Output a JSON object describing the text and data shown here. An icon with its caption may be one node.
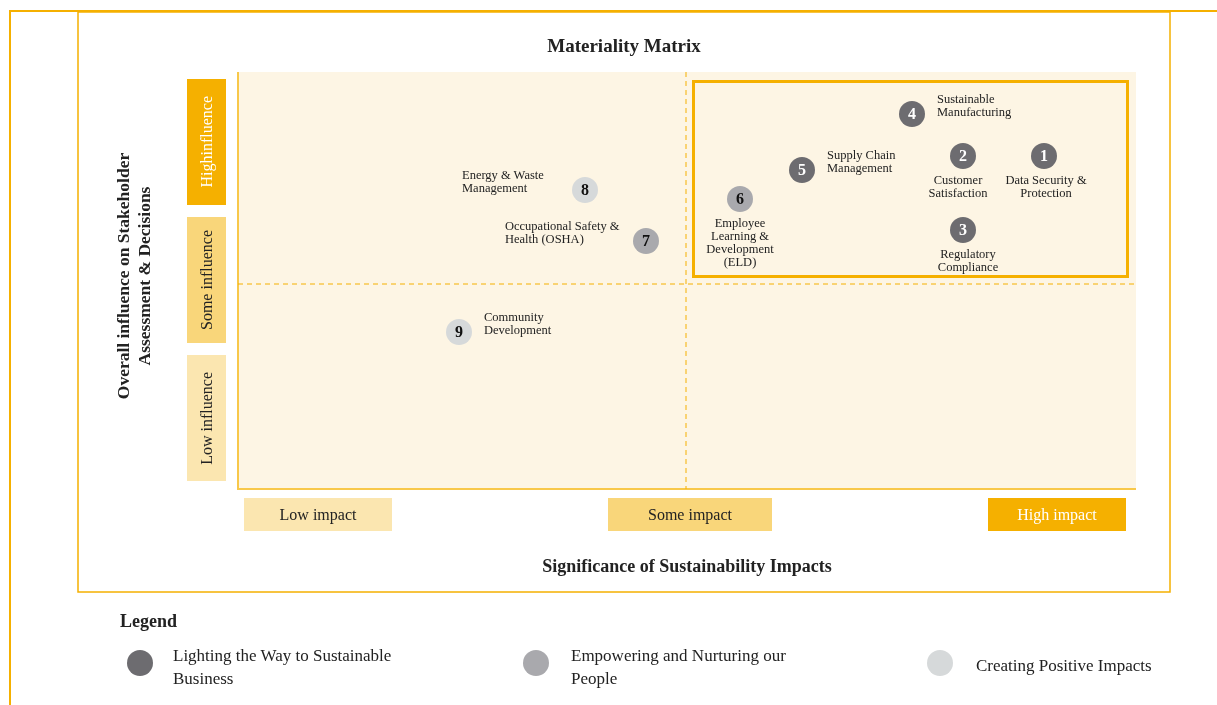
{
  "diagram": {
    "title": "Materiality Matrix",
    "nodes": [
      {
        "text": [
          "Highinfluence"
        ]
      },
      {
        "text": [
          "Some influence"
        ]
      },
      {
        "text": [
          "Low influence"
        ]
      },
      {
        "text": [],
        "shape": "box"
      },
      {
        "text": [
          "4"
        ],
        "beside": [
          "Sustainable Manufacturing"
        ],
        "in": 3
      },
      {
        "text": [
          "5"
        ],
        "beside": [
          "Supply Chain Management"
        ],
        "in": 3
      },
      {
        "text": [
          "2"
        ],
        "beside": [
          "Customer Satisfaction"
        ],
        "in": 3
      },
      {
        "text": [
          "1"
        ],
        "beside": [
          "Data Security & Protection"
        ],
        "in": 3
      },
      {
        "text": [
          "6"
        ],
        "beside": [
          "Employee Learning & Development (ELD)"
        ],
        "in": 3
      },
      {
        "text": [
          "3"
        ],
        "beside": [
          "Regulatory Compliance"
        ],
        "in": 3
      },
      {
        "text": [
          "8"
        ],
        "beside": [
          "Energy & Waste Management"
        ]
      },
      {
        "text": [
          "7"
        ],
        "beside": [
          "Occupational Safety & Health (OSHA)"
        ]
      },
      {
        "text": [
          "9"
        ],
        "beside": [
          "Community Development"
        ]
      },
      {
        "text": [
          "Low impact"
        ]
      },
      {
        "text": [
          "Some impact"
        ]
      },
      {
        "text": [
          "High impact"
        ]
      }
    ],
    "labels": [
      "Overall influence on Stakeholder Assessment & Decisions",
      "Significance of Sustainability Impacts",
      "Legend"
    ],
    "legend": [
      {
        "text": "Lighting the Way to Sustainable Business",
        "color": "#6d6c70"
      },
      {
        "text": "Empowering and Nurturing our People",
        "color": "#a9a9ad"
      },
      {
        "text": "Creating Positive Impacts",
        "color": "#d6d9da"
      }
    ]
  }
}
